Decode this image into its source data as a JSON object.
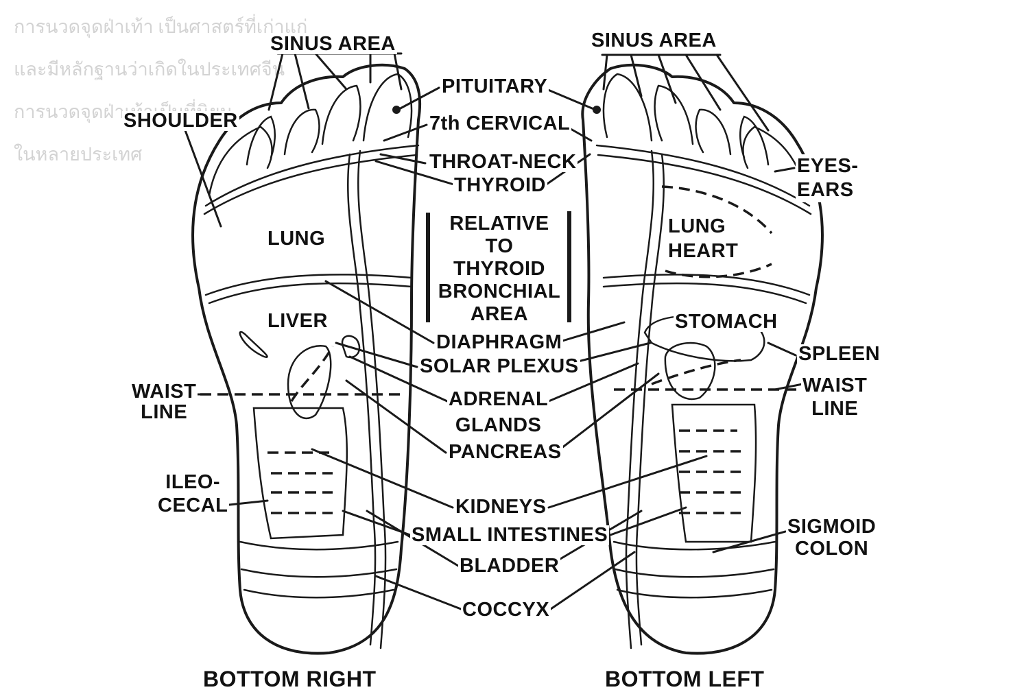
{
  "background_text": [
    "การนวดจุดฝ่าเท้า เป็นศาสตร์ที่เก่าแก่",
    "และมีหลักฐานว่าเกิดในประเทศจีน",
    "การนวดจุดฝ่าเท้าเป็นที่นิยม",
    "ในหลายประเทศ"
  ],
  "labels": {
    "sinus_area_right": "SINUS AREA",
    "sinus_area_left": "SINUS AREA",
    "shoulder": "SHOULDER",
    "pituitary": "PITUITARY",
    "cervical": "7th CERVICAL",
    "throat_neck": "THROAT-NECK",
    "thyroid": "THYROID",
    "relative_to_thyroid": [
      "RELATIVE",
      "TO",
      "THYROID",
      "BRONCHIAL",
      "AREA"
    ],
    "eyes_ears": [
      "EYES-",
      "EARS"
    ],
    "lung_right": "LUNG",
    "lung_heart": [
      "LUNG",
      "HEART"
    ],
    "liver": "LIVER",
    "stomach": "STOMACH",
    "diaphragm": "DIAPHRAGM",
    "solar_plexus": "SOLAR PLEXUS",
    "spleen": "SPLEEN",
    "waist_line_right": [
      "WAIST",
      "LINE"
    ],
    "waist_line_left": [
      "WAIST",
      "LINE"
    ],
    "adrenal_glands": [
      "ADRENAL",
      "GLANDS"
    ],
    "pancreas": "PANCREAS",
    "ileo_cecal": [
      "ILEO-",
      "CECAL"
    ],
    "kidneys": "KIDNEYS",
    "small_intestines": "SMALL INTESTINES",
    "sigmoid_colon": [
      "SIGMOID",
      "COLON"
    ],
    "bladder": "BLADDER",
    "coccyx": "COCCYX"
  },
  "captions": {
    "right": "BOTTOM RIGHT",
    "left": "BOTTOM LEFT"
  }
}
